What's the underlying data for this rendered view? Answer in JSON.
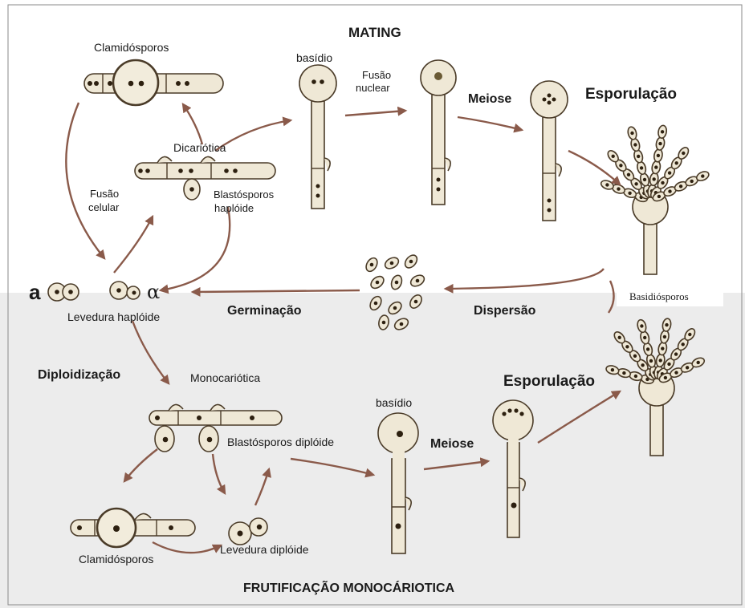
{
  "labels": {
    "mating": "MATING",
    "clamidosporos_top": "Clamidósporos",
    "basidio_top": "basídio",
    "fusao_nuclear_1": "Fusão",
    "fusao_nuclear_2": "nuclear",
    "meiose_top": "Meiose",
    "esporulacao_top": "Esporulação",
    "dicariotica": "Dicariótica",
    "fusao_celular_1": "Fusão",
    "fusao_celular_2": "celular",
    "blastosporos_haploide_1": "Blastósporos",
    "blastosporos_haploide_2": "haplóide",
    "mating_type_a": "a",
    "mating_type_alpha": "α",
    "levedura_haploide": "Levedura haplóide",
    "germinacao": "Germinação",
    "dispersao": "Dispersão",
    "basidiosporos": "Basidiósporos",
    "diploidizacao": "Diploidização",
    "monocariotica": "Monocariótica",
    "basidio_bottom": "basídio",
    "esporulacao_bottom": "Esporulação",
    "blastosporos_diploide": "Blastósporos diplóide",
    "meiose_bottom": "Meiose",
    "clamidosporos_bottom": "Clamidósporos",
    "levedura_diploide": "Levedura diplóide",
    "frutificacao": "FRUTIFICAÇÃO MONOCÁRIOTICA"
  },
  "colors": {
    "arrow": "#8a5a4a",
    "cell_fill": "#efe8d6",
    "outline": "#4a3b28",
    "nucleus": "#2d2010",
    "bottom_panel": "#ececec"
  }
}
